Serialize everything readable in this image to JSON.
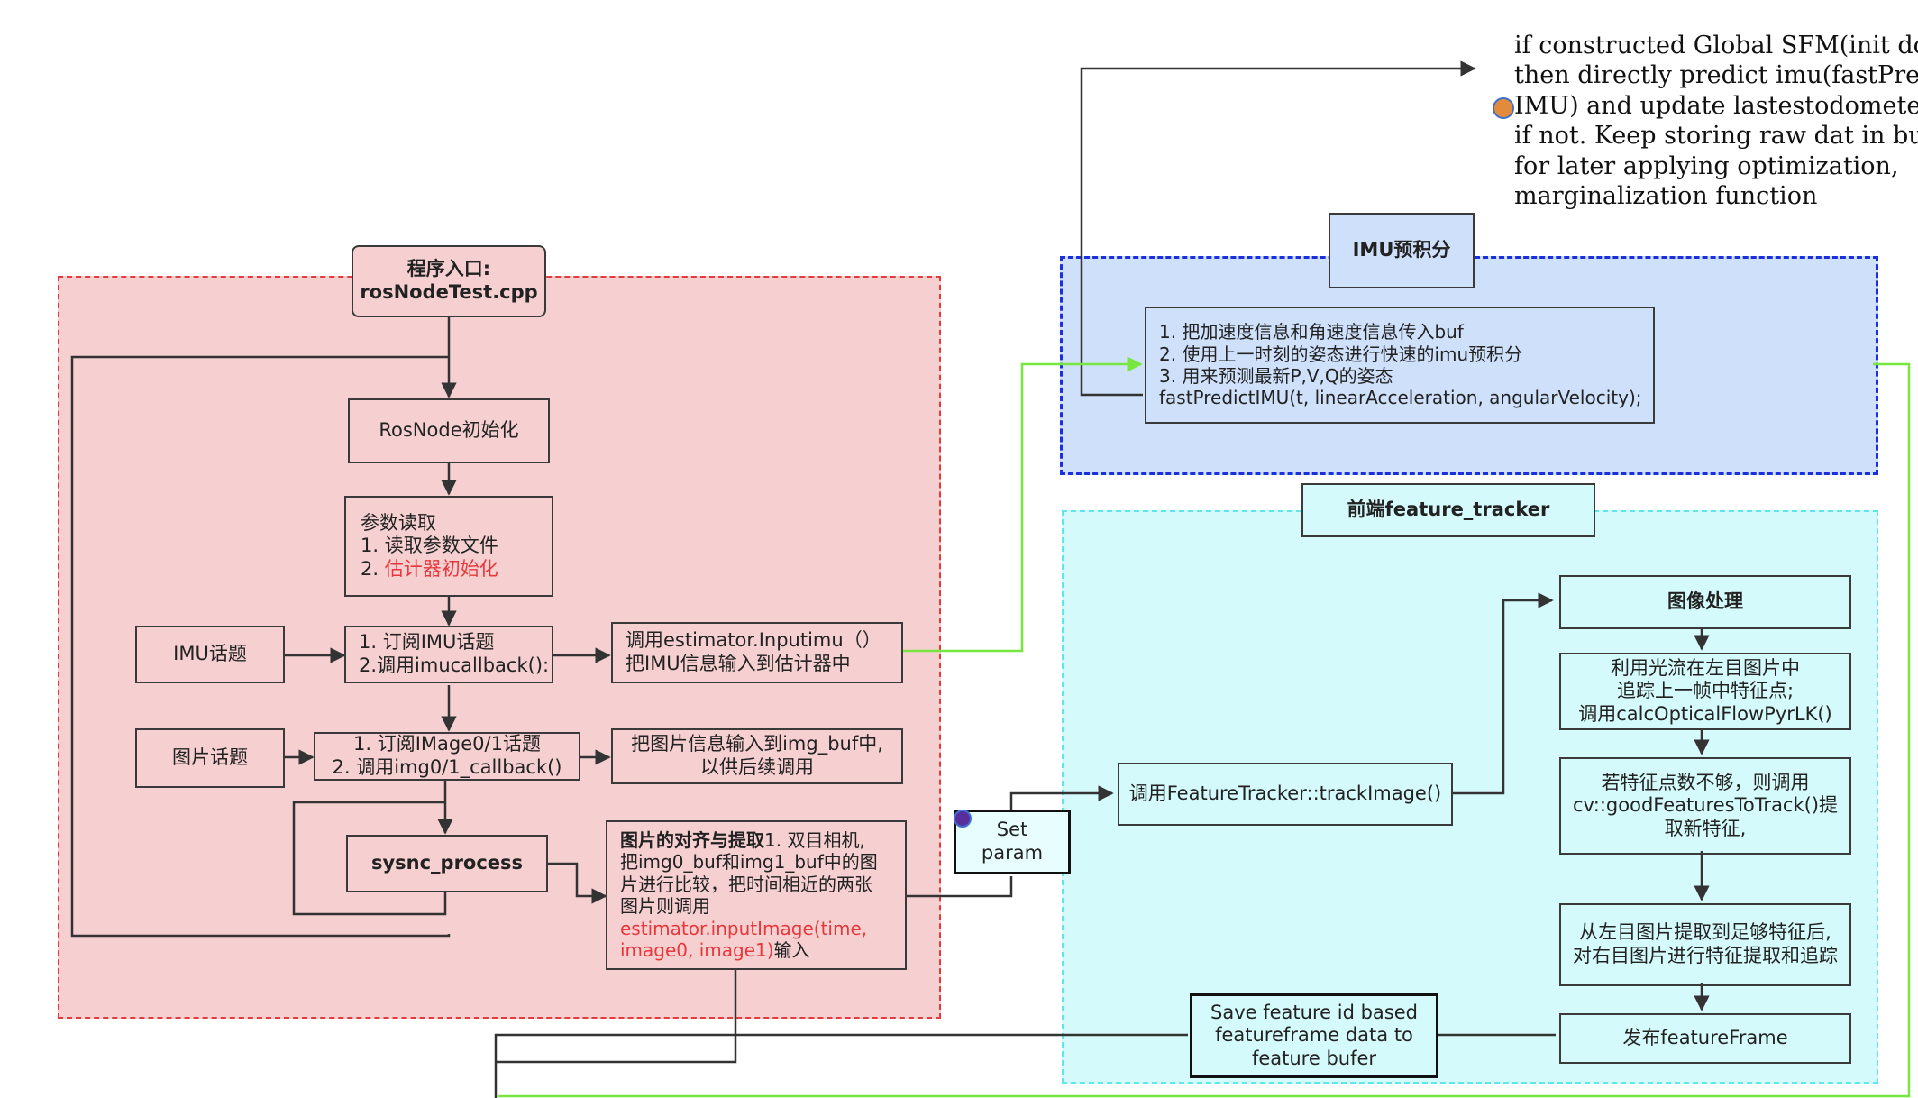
{
  "colors": {
    "main_region_fill": "#f6d0d1",
    "main_region_border": "#e23b3b",
    "imu_region_fill": "#cfe0fb",
    "imu_region_border": "#1c2fdc",
    "tracker_region_fill": "#d5fafb",
    "tracker_region_border": "#5ee6ee",
    "green_wire": "#77e640",
    "highlight_text": "#e8373a"
  },
  "note": {
    "lines": [
      "if constructed Global SFM(init done),",
      "then directly predict imu(fastPredict",
      "IMU) and update lastestodometery,",
      "if not. Keep storing raw dat in buffer",
      "for later applying  optimization,",
      "marginalization function"
    ]
  },
  "main": {
    "entry": {
      "line1": "程序入口:",
      "line2": "rosNodeTest.cpp"
    },
    "init": "RosNode初始化",
    "params": {
      "line1": "参数读取",
      "line2": "1. 读取参数文件",
      "line3_prefix": "2. ",
      "line3_highlight": "估计器初始化"
    },
    "imu_topic": "IMU话题",
    "imu_sub": {
      "line1": "1. 订阅IMU话题",
      "line2": "2.调用imucallback():"
    },
    "imu_call": {
      "line1": "调用estimator.Inputimu（）",
      "line2": "把IMU信息输入到估计器中"
    },
    "img_topic": "图片话题",
    "img_sub": {
      "line1": "1. 订阅IMage0/1话题",
      "line2": "2. 调用img0/1_callback()"
    },
    "img_buf": {
      "line1": "把图片信息输入到img_buf中,",
      "line2": "以供后续调用"
    },
    "sync": "sysnc_process",
    "align": {
      "title": "图片的对齐与提取",
      "line1_rest": "1. 双目相机,",
      "line2": "把img0_buf和img1_buf中的图",
      "line3": "片进行比较，把时间相近的两张",
      "line4": "图片则调用",
      "line5_highlight": "estimator.inputImage(time,",
      "line6_highlight": "image0, image1)",
      "line6_rest": "输入"
    },
    "set_param": {
      "line1": "Set",
      "line2": "param"
    }
  },
  "imu": {
    "title": "IMU预积分",
    "content": {
      "line1": "1. 把加速度信息和角速度信息传入buf",
      "line2": "2. 使用上一时刻的姿态进行快速的imu预积分",
      "line3": "3. 用来预测最新P,V,Q的姿态",
      "line4": "fastPredictIMU(t, linearAcceleration, angularVelocity);"
    }
  },
  "tracker": {
    "title": "前端feature_tracker",
    "track_image": "调用FeatureTracker::trackImage()",
    "image_proc": "图像处理",
    "optical_flow": {
      "line1": "利用光流在左目图片中",
      "line2": "追踪上一帧中特征点;",
      "line3": "调用calcOpticalFlowPyrLK()"
    },
    "good_features": {
      "line1": "若特征点数不够，则调用",
      "line2": "cv::goodFeaturesToTrack()提",
      "line3": "取新特征,"
    },
    "right_extract": {
      "line1": "从左目图片提取到足够特征后,",
      "line2": "对右目图片进行特征提取和追踪"
    },
    "publish": "发布featureFrame",
    "save": {
      "line1": "Save feature id based",
      "line2": "featureframe data to",
      "line3": "feature bufer"
    }
  }
}
